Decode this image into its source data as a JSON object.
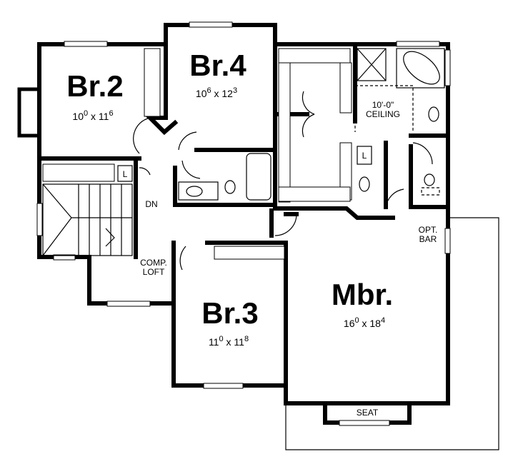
{
  "rooms": {
    "br2": {
      "name": "Br.2",
      "w": "10",
      "w_in": "0",
      "x": "x",
      "l": "11",
      "l_in": "6"
    },
    "br4": {
      "name": "Br.4",
      "w": "10",
      "w_in": "6",
      "x": "x",
      "l": "12",
      "l_in": "3"
    },
    "br3": {
      "name": "Br.3",
      "w": "11",
      "w_in": "0",
      "x": "x",
      "l": "11",
      "l_in": "8"
    },
    "mbr": {
      "name": "Mbr.",
      "w": "16",
      "w_in": "0",
      "x": "x",
      "l": "18",
      "l_in": "4"
    }
  },
  "labels": {
    "ceiling_height": "10'-0\"",
    "ceiling": "CEILING",
    "down": "DN",
    "comp": "COMP.",
    "loft": "LOFT",
    "opt": "OPT.",
    "bar": "BAR",
    "seat": "SEAT",
    "linen1": "L",
    "linen2": "L"
  }
}
